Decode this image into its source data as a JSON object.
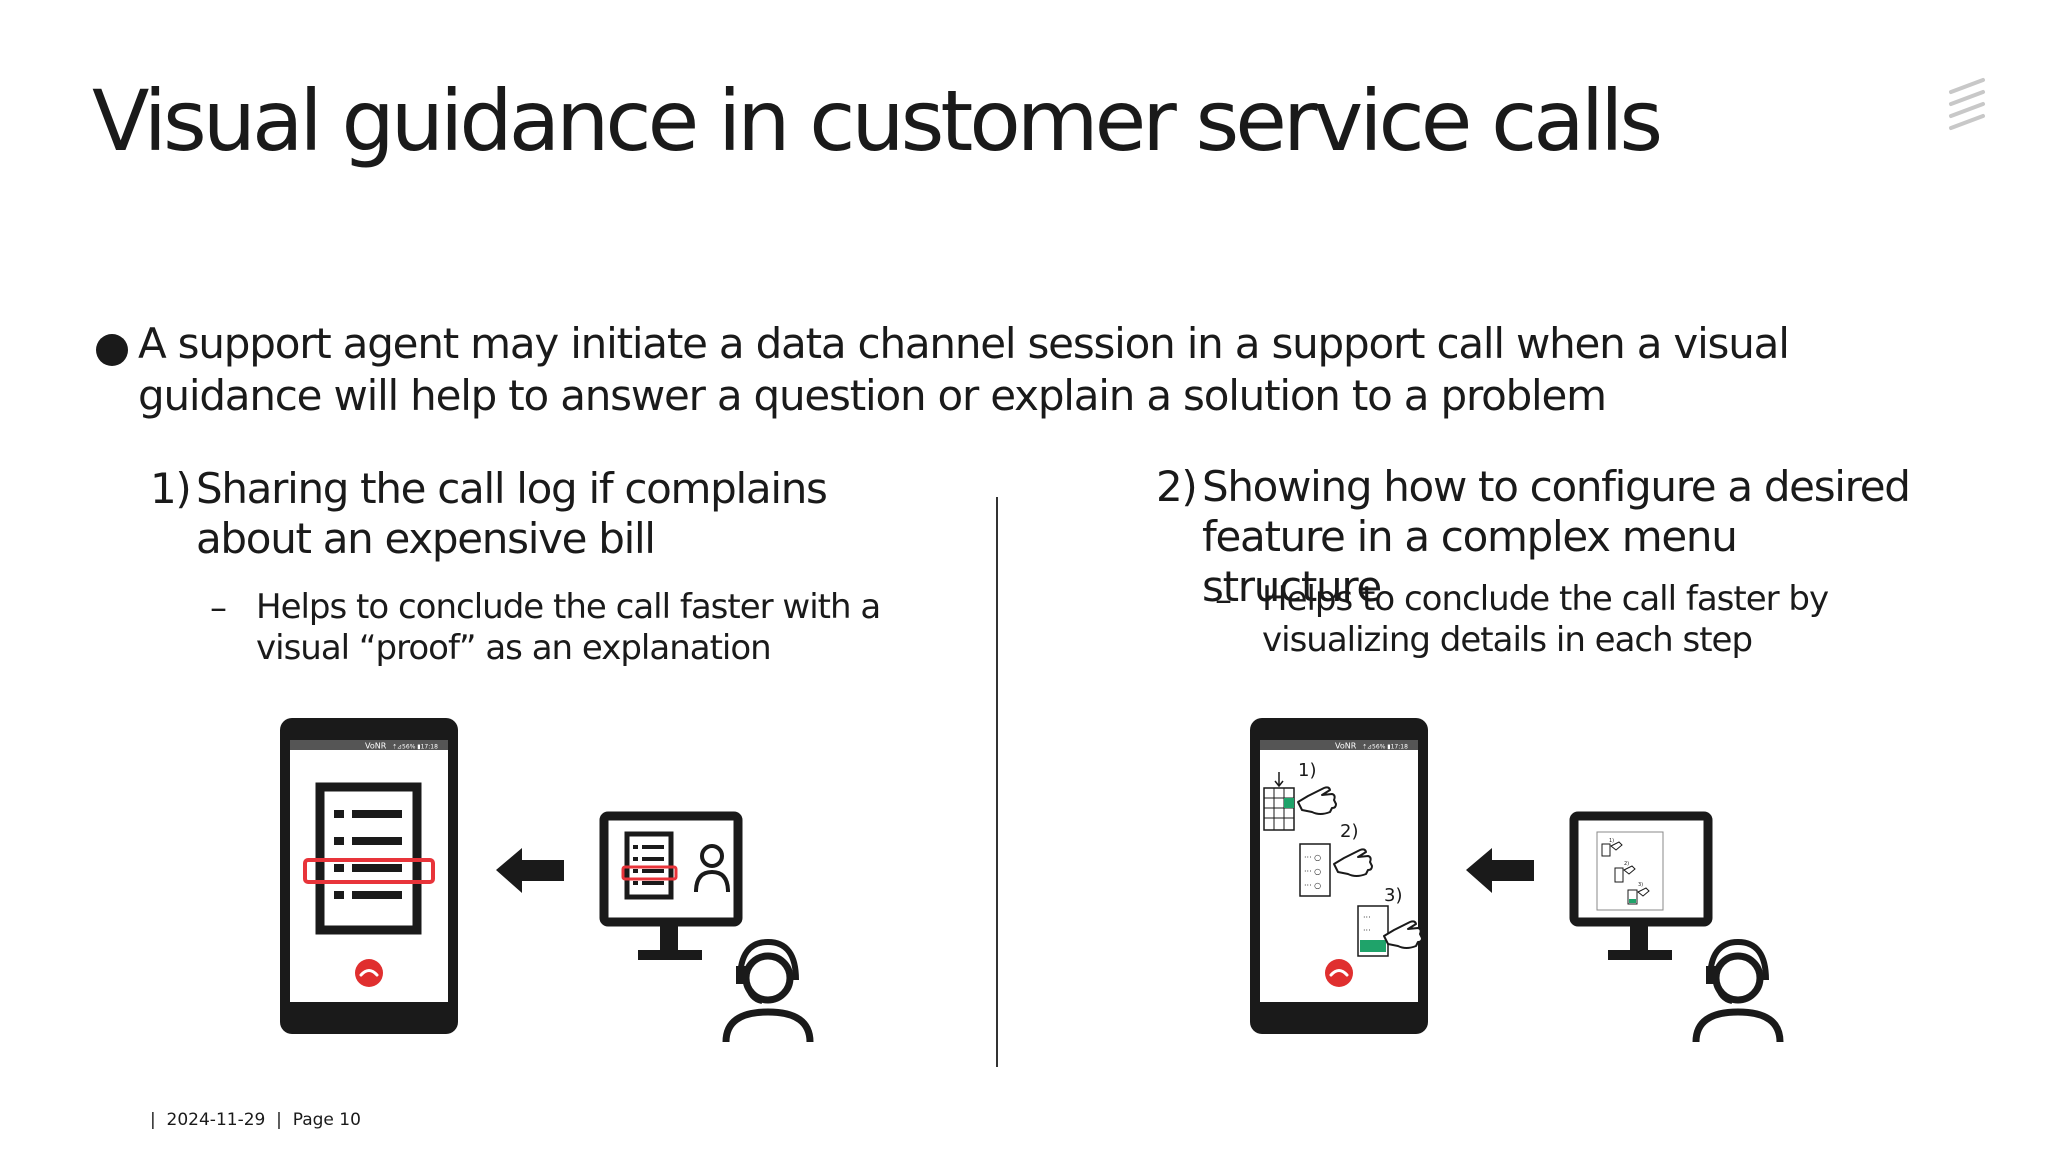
{
  "slide": {
    "title": "Visual guidance in customer service calls",
    "bullet": "A support agent may initiate a data channel session in a support call when a visual guidance will help to answer a question or explain a solution to a problem",
    "left": {
      "number": "1)",
      "heading": "Sharing the call log if complains about an expensive bill",
      "dash": "–",
      "detail": "Helps to conclude the call faster with a visual “proof” as an explanation"
    },
    "right": {
      "number": "2)",
      "heading": "Showing how to configure a desired feature in a complex menu structure",
      "dash": "–",
      "detail": "Helps to conclude the call faster by visualizing details in each step"
    }
  },
  "phone": {
    "status_network": "VoNR",
    "status_right": "⇡⊿56% ▮17:18"
  },
  "steps": {
    "step1": "1)",
    "step2": "2)",
    "step3": "3)"
  },
  "icons": {
    "logo": "ericsson-logo-icon",
    "arrow": "arrow-left-icon",
    "end_call": "end-call-icon",
    "agent": "headset-agent-icon",
    "monitor": "monitor-icon",
    "hand": "pointing-hand-icon"
  },
  "colors": {
    "highlight": "#e8343a",
    "end_call": "#e02f2f",
    "menu_green": "#1fa36a",
    "text": "#1a1a1a"
  },
  "footer": {
    "separator": "|",
    "date": "2024-11-29",
    "page": "Page 10"
  }
}
